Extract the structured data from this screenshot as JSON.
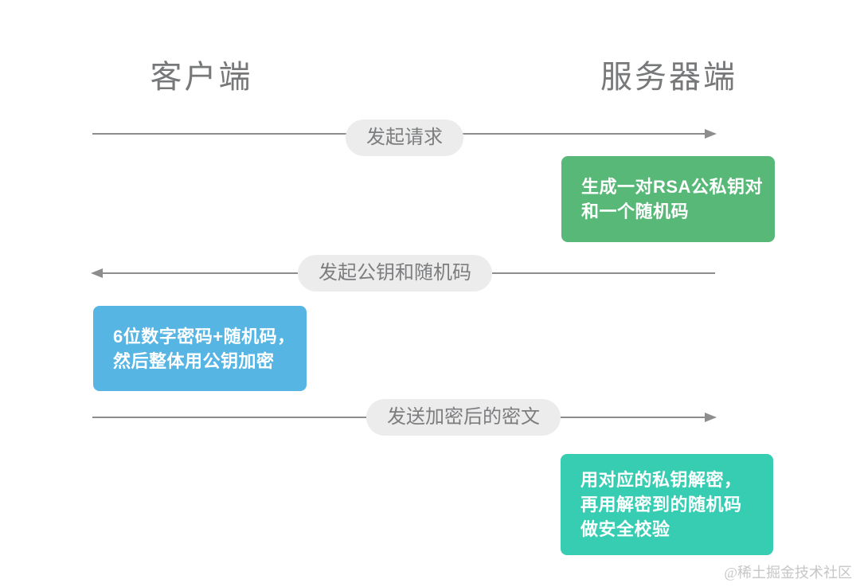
{
  "participants": [
    {
      "id": "client",
      "label": "客户端"
    },
    {
      "id": "server",
      "label": "服务器端"
    }
  ],
  "messages": [
    {
      "label": "发起请求",
      "direction": "left-to-right"
    },
    {
      "label": "发起公钥和随机码",
      "direction": "right-to-left"
    },
    {
      "label": "发送加密后的密文",
      "direction": "left-to-right"
    }
  ],
  "notes": [
    {
      "owner": "server",
      "color": "#57b878",
      "lines": [
        "生成一对RSA公私钥对",
        "和一个随机码"
      ]
    },
    {
      "owner": "client",
      "color": "#57b5e4",
      "lines": [
        "6位数字密码+随机码，",
        "然后整体用公钥加密"
      ]
    },
    {
      "owner": "server",
      "color": "#36cdb3",
      "lines": [
        "用对应的私钥解密，",
        "再用解密到的随机码",
        "做安全校验"
      ]
    }
  ],
  "watermark": "@稀土掘金技术社区",
  "colors": {
    "green_note": "#57b878",
    "blue_note": "#57b5e4",
    "teal_note": "#36cdb3",
    "arrow_line": "#8d8d8d",
    "pill_background": "#ececec",
    "pill_text": "#7c7d7f",
    "title_text": "#77787a",
    "note_text": "#ffffff",
    "watermark_text": "#c6c6c6",
    "page_background": "#ffffff"
  }
}
